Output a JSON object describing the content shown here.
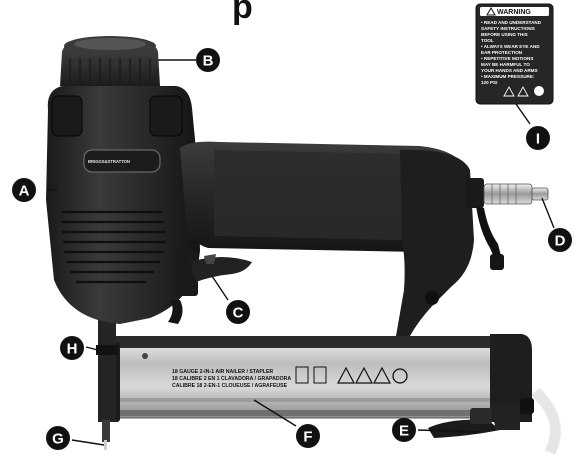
{
  "callouts": {
    "A": "A",
    "B": "B",
    "C": "C",
    "D": "D",
    "E": "E",
    "F": "F",
    "G": "G",
    "H": "H",
    "I": "I"
  },
  "warning_label": {
    "heading": "WARNING",
    "lines": [
      "• READ AND UNDERSTAND",
      "  SAFETY INSTRUCTIONS",
      "  BEFORE USING THIS",
      "  TOOL",
      "• ALWAYS WEAR EYE AND",
      "  EAR PROTECTION",
      "• REPETITIVE MOTIONS",
      "  MAY BE HARMFUL TO",
      "  YOUR HANDS AND ARMS",
      "• MAXIMUM PRESSURE:",
      "  120 PSI"
    ]
  },
  "magazine_label": {
    "lines": [
      "18 GAUGE 2-IN-1 AIR NAILER / STAPLER",
      "18 CALIBRE 2 EN 1 CLAVADORA / GRAPADORA",
      "CALIBRE 18 2-EN-1 CLOUEUSE / AGRAFEUSE"
    ]
  },
  "brand": {
    "text": "BRIGGS&STRATTON"
  },
  "title_fragment": {
    "text": "p"
  },
  "colors": {
    "tool_body": "#2a2a2a",
    "tool_dark": "#161616",
    "magazine": "#c8c8c8",
    "callout_fill": "#111111"
  }
}
